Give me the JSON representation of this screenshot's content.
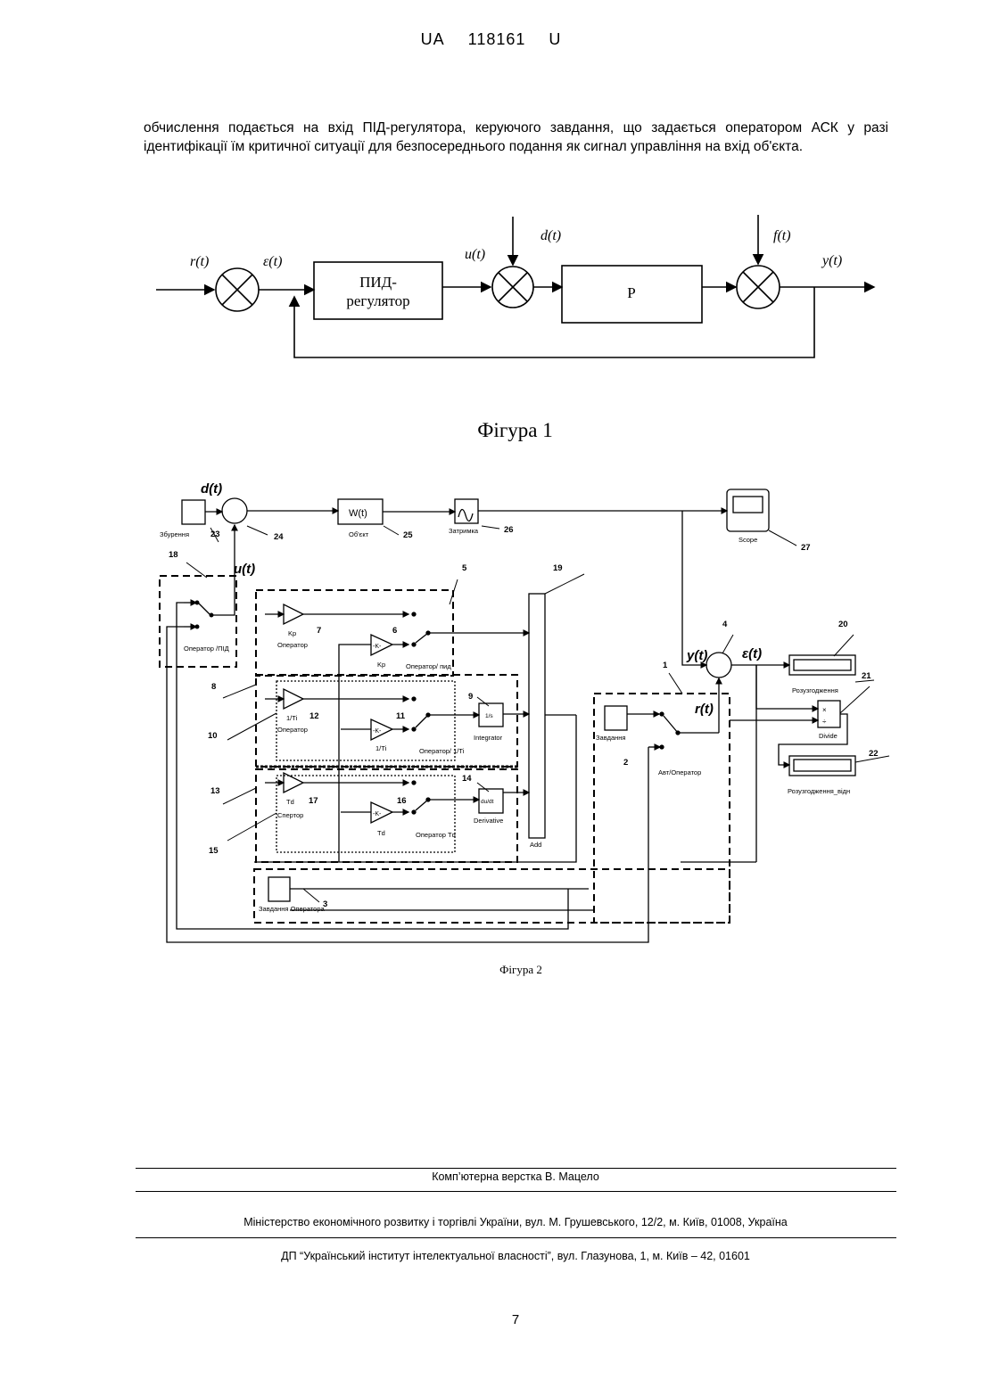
{
  "header": {
    "country": "UA",
    "number": "118161",
    "kind": "U"
  },
  "paragraph": "обчислення подається на вхід ПІД-регулятора, керуючого завдання, що задається оператором АСК у разі ідентифікації їм критичної ситуації для безпосереднього подання як сигнал управління на вхід об'єкта.",
  "figure1": {
    "caption": "Фігура 1",
    "labels": {
      "r": "r(t)",
      "eps": "ε(t)",
      "u": "u(t)",
      "d": "d(t)",
      "f": "f(t)",
      "y": "y(t)",
      "pid_line1": "ПИД-",
      "pid_line2": "регулятор",
      "plant": "P"
    }
  },
  "figure2": {
    "caption": "Фігура 2",
    "signals": {
      "d": "d(t)",
      "u": "u(t)",
      "y": "y(t)",
      "eps": "ε(t)",
      "r": "r(t)"
    },
    "blocks": {
      "disturb": "Збурення",
      "object_tf": "W(t)",
      "object": "Об'єкт",
      "delay": "Затримка",
      "scope": "Scope",
      "op_pid": "Оператор /ПІД",
      "kp": "Kp",
      "kp_op": "Оператор",
      "ti": "1/Ti",
      "ti_op": "Оператор",
      "td": "Td",
      "td_op": "Спертор",
      "gain": "-K-",
      "sw_p": "Оператор/ пид",
      "sw_i": "Оператор/ 1/Ti",
      "sw_d": "Оператор Td",
      "integrator": "Integrator",
      "int_sym": "1/s",
      "derivative": "Derivative",
      "der_sym": "du/dt",
      "add": "Add",
      "task": "Завдання",
      "auto_op": "Авт/Оператор",
      "task_op": "Завдання Оператора",
      "mismatch": "Розузгодження",
      "divide": "Divide",
      "mismatch_rel": "Розузгодження_відн",
      "times": "×",
      "div": "÷"
    },
    "numbers": [
      "1",
      "2",
      "3",
      "4",
      "5",
      "6",
      "7",
      "8",
      "9",
      "10",
      "11",
      "12",
      "13",
      "14",
      "15",
      "16",
      "17",
      "18",
      "19",
      "20",
      "21",
      "22",
      "23",
      "24",
      "25",
      "26",
      "27"
    ]
  },
  "footer": {
    "line1": "Комп’ютерна верстка В. Мацело",
    "line2": "Міністерство економічного розвитку і торгівлі України, вул. М. Грушевського, 12/2, м. Київ, 01008, Україна",
    "line3": "ДП “Український інститут інтелектуальної власності”, вул. Глазунова, 1, м. Київ – 42, 01601",
    "page": "7"
  }
}
